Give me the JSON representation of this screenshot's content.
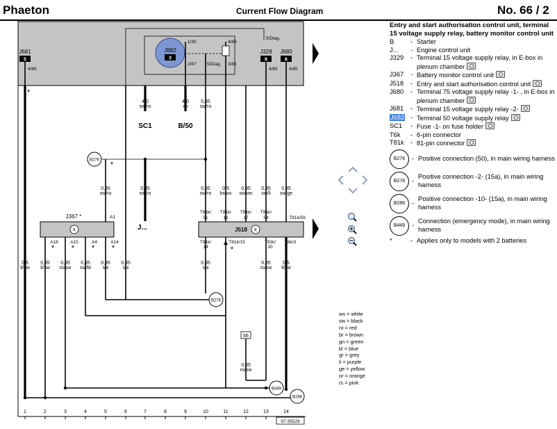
{
  "header": {
    "model": "Phaeton",
    "title": "Current Flow Diagram",
    "number_label": "No.",
    "number": "66 / 2"
  },
  "legend": {
    "title": "Entry and start authorisation control unit, terminal 15 voltage supply relay, battery monitor control unit",
    "items": [
      {
        "code": "B",
        "desc": "Starter",
        "camera": false
      },
      {
        "code": "J...",
        "desc": "Engine control unit",
        "camera": false
      },
      {
        "code": "J329",
        "desc": "Terminal 15 voltage supply relay, in E-box in plenum chamber",
        "camera": true
      },
      {
        "code": "J367",
        "desc": "Battery monitor control unit",
        "camera": true
      },
      {
        "code": "J518",
        "desc": "Entry and start authorisation control unit",
        "camera": true
      },
      {
        "code": "J680",
        "desc": "Terminal 75 voltage supply relay -1- , in E-box in plenum chamber",
        "camera": true
      },
      {
        "code": "J681",
        "desc": "Terminal 15 voltage supply relay -2-",
        "camera": true
      },
      {
        "code": "J682",
        "desc": "Terminal 50 voltage supply relay",
        "camera": true,
        "highlight": true
      },
      {
        "code": "SC1",
        "desc": "Fuse -1- on fuse holder",
        "camera": true
      },
      {
        "code": "T6k",
        "desc": "6-pin connector",
        "camera": false
      },
      {
        "code": "T81k",
        "desc": "81-pin connector",
        "camera": true
      }
    ],
    "connections": [
      {
        "code": "B276",
        "desc": "Positive connection (50), in main wiring harness"
      },
      {
        "code": "B278",
        "desc": "Positive connection -2- (15a), in main wiring harness"
      },
      {
        "code": "B286",
        "desc": "Positive connection -10- (15a), in main wiring harness"
      },
      {
        "code": "B449",
        "desc": "Connection (emergency mode), in main wiring harness"
      }
    ],
    "footnote": {
      "code": "*",
      "desc": "Applies only to models with 2 batteries"
    }
  },
  "colors": [
    {
      "code": "ws",
      "name": "white"
    },
    {
      "code": "sw",
      "name": "black"
    },
    {
      "code": "ro",
      "name": "red"
    },
    {
      "code": "br",
      "name": "brown"
    },
    {
      "code": "gn",
      "name": "green"
    },
    {
      "code": "bl",
      "name": "blue"
    },
    {
      "code": "gr",
      "name": "grey"
    },
    {
      "code": "li",
      "name": "purple"
    },
    {
      "code": "ge",
      "name": "yellow"
    },
    {
      "code": "or",
      "name": "orange"
    },
    {
      "code": "rs",
      "name": "pink"
    }
  ],
  "diagram": {
    "relays": [
      {
        "id": "J681",
        "num": "5",
        "pin": "4/86"
      },
      {
        "id": "J682",
        "num": "3"
      },
      {
        "id": "J329",
        "num": "8",
        "pin": "4/85"
      },
      {
        "id": "J680",
        "num": "6",
        "pin": "4/85"
      }
    ],
    "relay_pins": [
      "1/30",
      "4/86",
      "2/87",
      "5/Diag.",
      "3/85",
      "5/Diag."
    ],
    "top_wires": [
      {
        "gauge": "4,0",
        "color": "sw/ro"
      },
      {
        "gauge": "4,0",
        "color": "ro"
      },
      {
        "gauge": "0,35",
        "color": "sw/ro"
      }
    ],
    "targets": [
      "SC1",
      "B/50",
      "J..."
    ],
    "mid_wires": [
      {
        "gauge": "0,35",
        "color": "sw/ro"
      },
      {
        "gauge": "0,35",
        "color": "sw/ro"
      },
      {
        "gauge": "0,35",
        "color": "sw/ro"
      },
      {
        "gauge": "0,5",
        "color": "br/ws"
      },
      {
        "gauge": "0,35",
        "color": "sw/ws"
      },
      {
        "gauge": "0,35",
        "color": "sw/li"
      },
      {
        "gauge": "0,35",
        "color": "sw/ge"
      }
    ],
    "j518_pins_top": [
      "T81k/51",
      "T81k/18",
      "T81k/17",
      "T81k/58",
      "T81k/59"
    ],
    "j518_pins_bottom": [
      "T81k/14",
      "T81k/15",
      "T81k/30",
      "T6k/3"
    ],
    "j367_pins_top": [
      "A1"
    ],
    "j367_pins_bottom": [
      "A18",
      "A15",
      "A4",
      "A14"
    ],
    "modules": [
      "J367",
      "J518"
    ],
    "bottom_wires": [
      {
        "gauge": "0,5",
        "color": "li/sw"
      },
      {
        "gauge": "0,35",
        "color": "li/sw"
      },
      {
        "gauge": "0,35",
        "color": "ro/sw"
      },
      {
        "gauge": "0,35",
        "color": "sw/bl"
      },
      {
        "gauge": "0,35",
        "color": "sw"
      },
      {
        "gauge": "0,35",
        "color": "sw"
      },
      {
        "gauge": "0,35",
        "color": "sw"
      },
      {
        "gauge": "0,35",
        "color": "ro/sw"
      },
      {
        "gauge": "0,5",
        "color": "li/sw"
      }
    ],
    "ref66": {
      "label": "66",
      "gauge": "0,35",
      "color": "ro/sw"
    },
    "connectors": [
      "B276",
      "B278",
      "B449",
      "B286"
    ],
    "columns": [
      "1",
      "2",
      "3",
      "4",
      "5",
      "6",
      "7",
      "8",
      "9",
      "10",
      "11",
      "12",
      "13",
      "14"
    ],
    "star": "*",
    "ref": "97-35529"
  }
}
